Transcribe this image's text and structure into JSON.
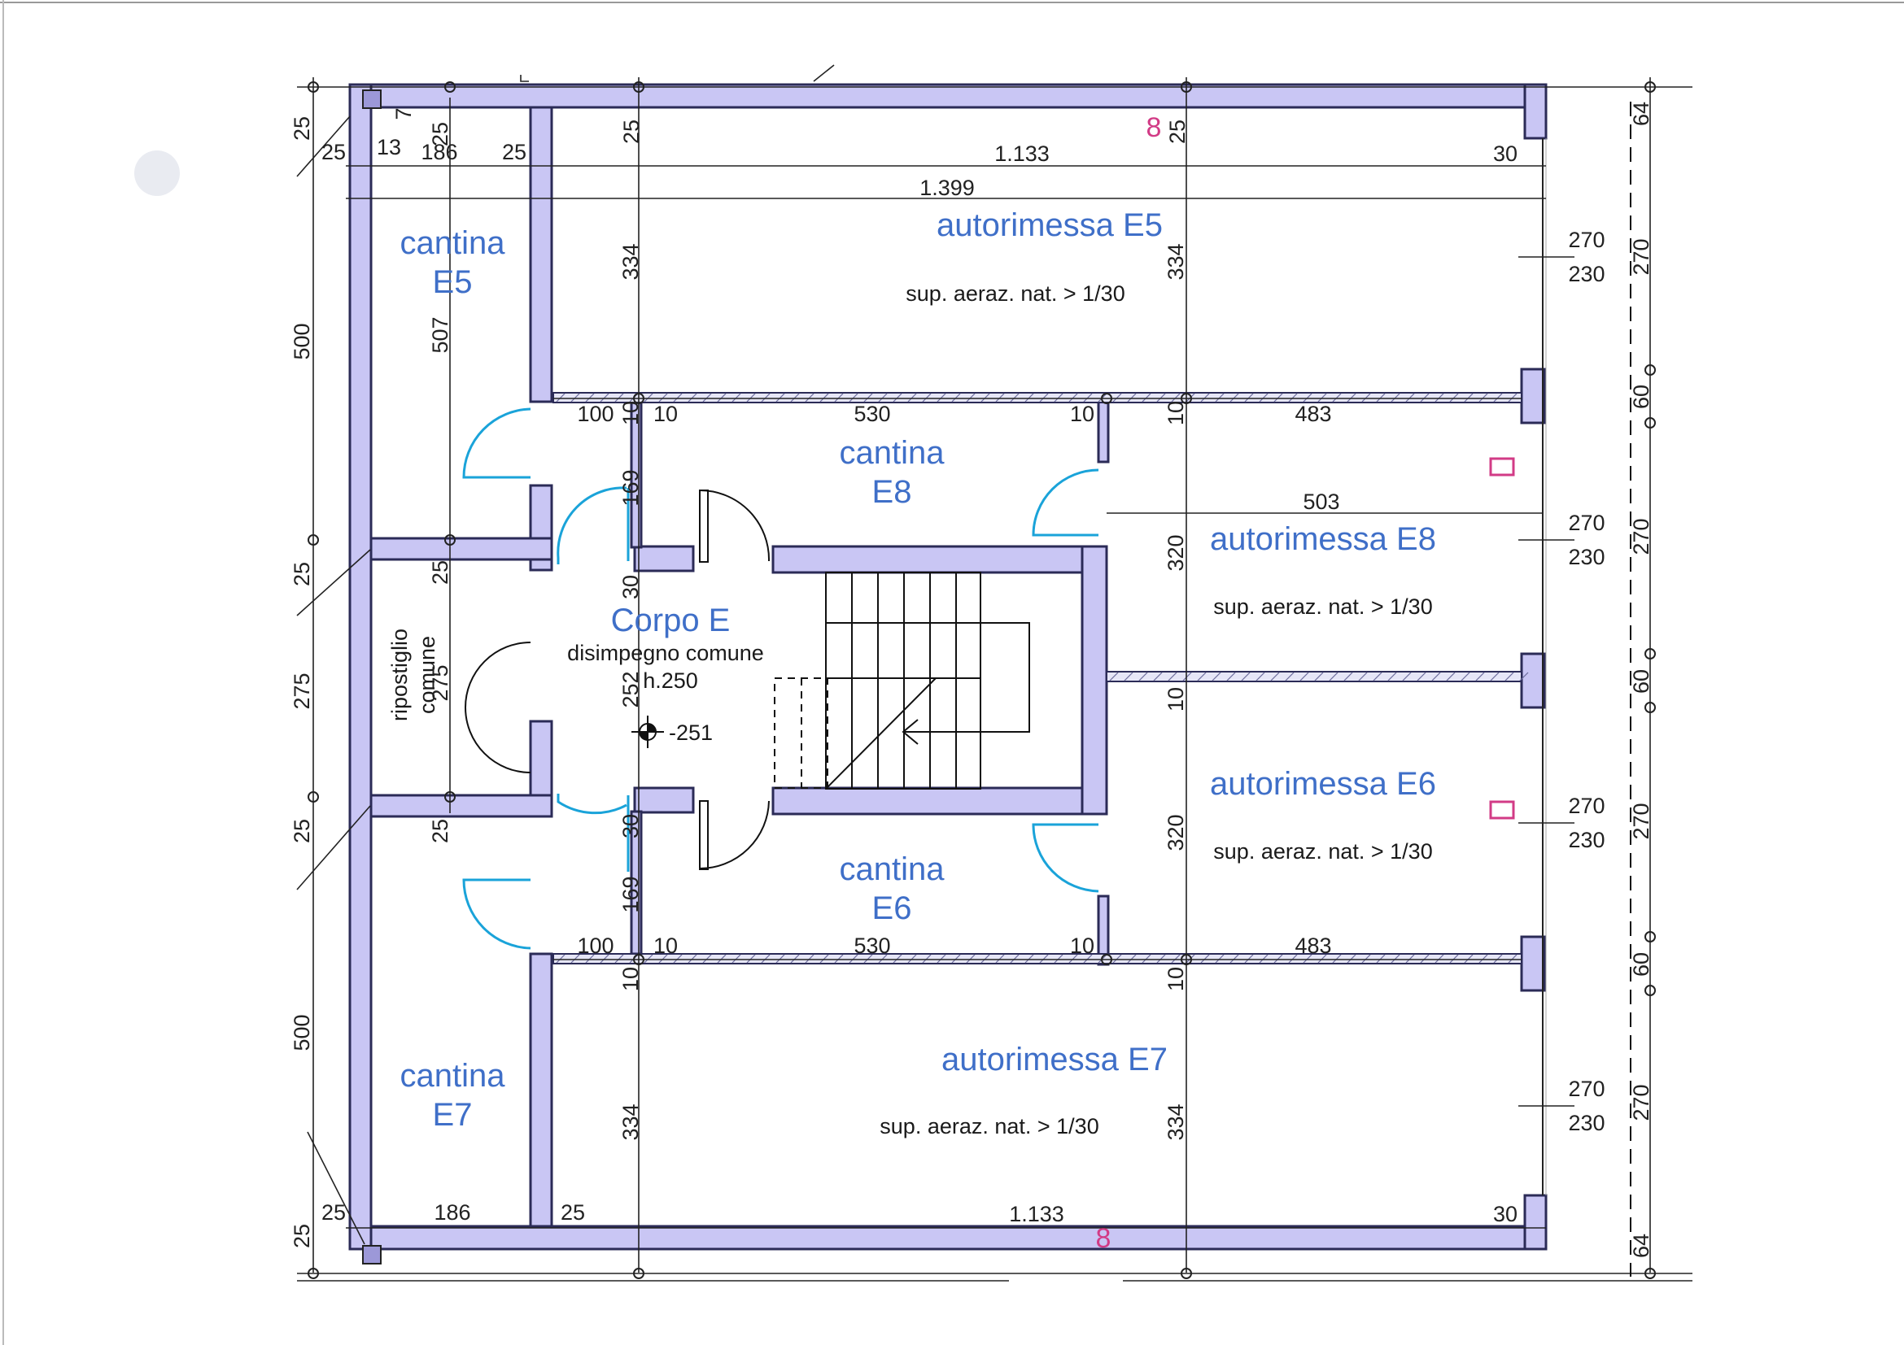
{
  "rooms": {
    "cantina_e5": {
      "line1": "cantina",
      "line2": "E5"
    },
    "cantina_e7": {
      "line1": "cantina",
      "line2": "E7"
    },
    "cantina_e8": {
      "line1": "cantina",
      "line2": "E8"
    },
    "cantina_e6": {
      "line1": "cantina",
      "line2": "E6"
    },
    "autorimessa_e5": {
      "name": "autorimessa E5",
      "note": "sup. aeraz. nat. > 1/30"
    },
    "autorimessa_e8": {
      "name": "autorimessa E8",
      "note": "sup. aeraz. nat. > 1/30"
    },
    "autorimessa_e6": {
      "name": "autorimessa E6",
      "note": "sup. aeraz. nat. > 1/30"
    },
    "autorimessa_e7": {
      "name": "autorimessa E7",
      "note": "sup. aeraz. nat. > 1/30"
    },
    "corpo": {
      "name": "Corpo E",
      "sub": "disimpegno comune",
      "height": "h.250",
      "level": "-251"
    },
    "ripostiglio": {
      "line1": "ripostiglio",
      "line2": "comune"
    }
  },
  "dimensions": {
    "d25": "25",
    "d13": "13",
    "d186": "186",
    "d7": "7",
    "d1133": "1.133",
    "d1399": "1.399",
    "d30": "30",
    "d334": "334",
    "d507": "507",
    "d500": "500",
    "d275": "275",
    "d100": "100",
    "d10": "10",
    "d530": "530",
    "d483": "483",
    "d503": "503",
    "d169": "169",
    "d320": "320",
    "d252": "252",
    "d270": "270",
    "d230": "230",
    "d60": "60",
    "d64": "64"
  },
  "marks": {
    "eight": "8"
  },
  "colors": {
    "wall": "#c9c6f4",
    "room_label": "#3f6fc8",
    "door": "#1aa3d9",
    "vent": "#d23b86"
  }
}
